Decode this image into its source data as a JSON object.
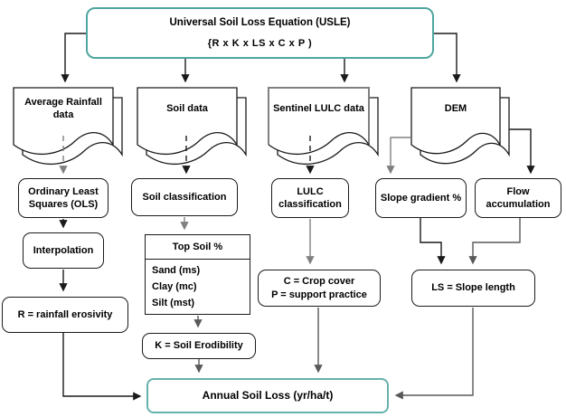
{
  "colors": {
    "accent_teal": "#4fa6a0",
    "accent_teal_light": "#67b2ac",
    "line_black": "#1a1a1a",
    "line_gray": "#808080",
    "line_mid": "#595959",
    "box_border": "#1a1a1a",
    "background": "#ffffff"
  },
  "usle": {
    "title": "Universal Soil Loss Equation (USLE)",
    "formula": "{R x K x LS x C x P )"
  },
  "sources": {
    "rainfall": "Average Rainfall data",
    "soil": "Soil data",
    "lulc": "Sentinel LULC data",
    "dem": "DEM"
  },
  "process": {
    "ols": "Ordinary Least Squares (OLS)",
    "soil_classification": "Soil classification",
    "lulc_classification": "LULC classification",
    "slope_gradient": "Slope gradient %",
    "flow_accumulation": "Flow accumulation",
    "interpolation": "Interpolation"
  },
  "topsoil_table": {
    "header": "Top Soil %",
    "rows": [
      "Sand (ms)",
      "Clay (mc)",
      "Silt (mst)"
    ]
  },
  "factors": {
    "r": "R = rainfall erosivity",
    "k": "K = Soil Erodibility",
    "cp": "C = Crop cover\nP = support practice",
    "ls": "LS = Slope length"
  },
  "output": {
    "label": "Annual Soil Loss (yr/ha/t)"
  }
}
